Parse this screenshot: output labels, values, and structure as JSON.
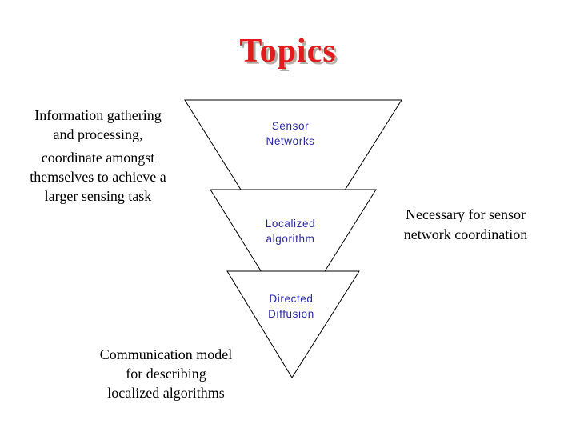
{
  "slide": {
    "title": "Topics",
    "title_color": "#e01b1b",
    "title_shadow_color": "#b5aca2",
    "background_color": "#ffffff"
  },
  "left_note": {
    "para1_lines": [
      "Information gathering",
      "and processing,"
    ],
    "para2_lines": [
      "coordinate amongst",
      "themselves to achieve a",
      "larger sensing task"
    ]
  },
  "funnel": {
    "label_color": "#2929a3",
    "outline_color": "#000000",
    "fill_color": "#ffffff",
    "levels": [
      {
        "id": "sensor-networks",
        "line1": "Sensor",
        "line2": "Networks"
      },
      {
        "id": "localized-algorithm",
        "line1": "Localized",
        "line2": "algorithm"
      },
      {
        "id": "directed-diffusion",
        "line1": "Directed",
        "line2": "Diffusion"
      }
    ]
  },
  "right_note": {
    "lines": [
      "Necessary for sensor",
      "network coordination"
    ]
  },
  "bottom_note": {
    "lines": [
      "Communication model",
      "for describing",
      "localized algorithms"
    ]
  }
}
